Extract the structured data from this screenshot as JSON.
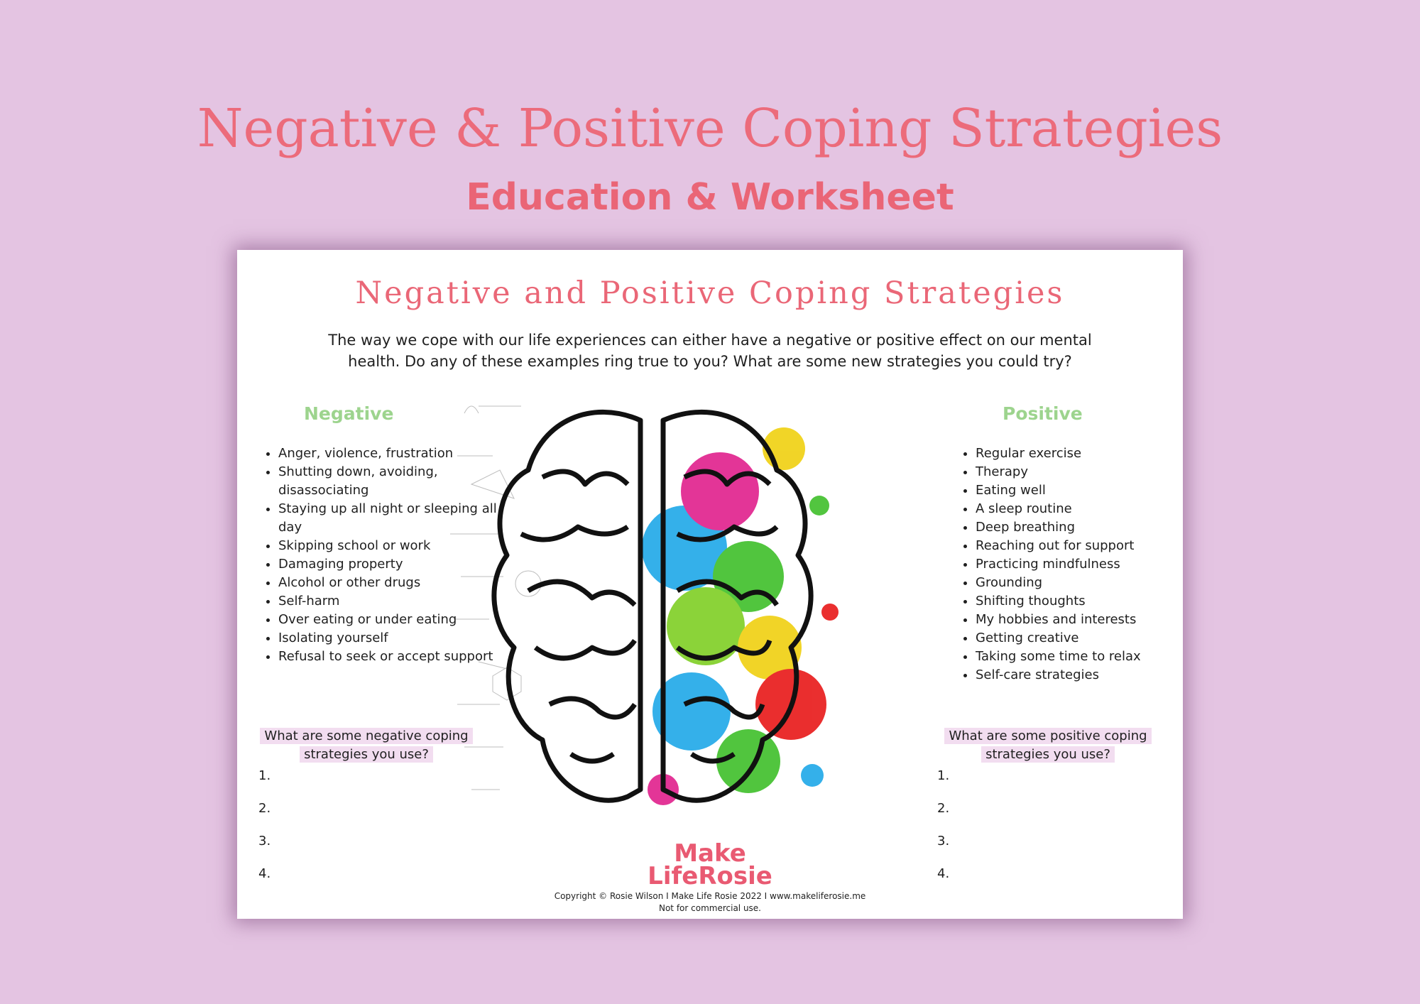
{
  "banner": {
    "title": "Negative & Positive Coping Strategies",
    "subtitle": "Education & Worksheet"
  },
  "sheet": {
    "title": "Negative and Positive Coping Strategies",
    "intro_line1": "The way we cope with our life experiences can either have a negative or positive effect on our mental",
    "intro_line2": "health. Do any of these examples ring true to you? What are some new strategies you could try?",
    "negative": {
      "heading": "Negative",
      "items": [
        "Anger, violence, frustration",
        "Shutting down, avoiding, disassociating",
        "Staying up all night or sleeping all day",
        "Skipping school or work",
        "Damaging property",
        "Alcohol or other drugs",
        "Self-harm",
        "Over eating or under eating",
        "Isolating yourself",
        "Refusal to seek or accept support"
      ],
      "prompt_line1": "What are some negative coping",
      "prompt_line2": "strategies you use?"
    },
    "positive": {
      "heading": "Positive",
      "items": [
        "Regular exercise",
        "Therapy",
        "Eating well",
        "A sleep routine",
        "Deep breathing",
        "Reaching out for support",
        "Practicing mindfulness",
        "Grounding",
        "Shifting thoughts",
        "My hobbies and interests",
        "Getting creative",
        "Taking some time to relax",
        "Self-care strategies"
      ],
      "prompt_line1": "What are some positive coping",
      "prompt_line2": "strategies you use?"
    },
    "line_numbers": [
      "1.",
      "2.",
      "3.",
      "4."
    ],
    "logo_line1": "Make",
    "logo_line2": "LifeRosie",
    "copyright": "Copyright © Rosie Wilson I Make Life Rosie 2022 I www.makeliferosie.me",
    "commercial_note": "Not for commercial use."
  },
  "colors": {
    "background": "#e4c4e2",
    "accent_pink": "#ea6777",
    "heading_green": "#9dd48e",
    "prompt_highlight": "#f2ddf0"
  },
  "icons": [
    "brain-illustration"
  ]
}
